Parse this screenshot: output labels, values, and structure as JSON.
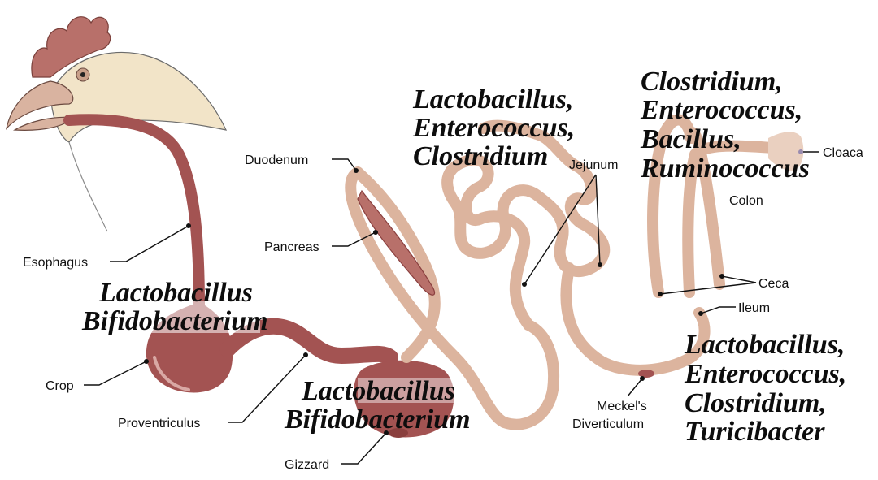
{
  "colors": {
    "upper_tract": "#a35352",
    "upper_tract_dark": "#8a3f3e",
    "lower_tract": "#dcb49e",
    "lower_tract_light": "#ead0c0",
    "head": "#f2e4c8",
    "comb": "#b8706a",
    "beak": "#d9b3a0"
  },
  "labels": {
    "esophagus": "Esophagus",
    "crop": "Crop",
    "proventriculus": "Proventriculus",
    "gizzard": "Gizzard",
    "duodenum": "Duodenum",
    "pancreas": "Pancreas",
    "jejunum": "Jejunum",
    "meckels_1": "Meckel's",
    "meckels_2": "Diverticulum",
    "ileum": "Ileum",
    "ceca": "Ceca",
    "colon": "Colon",
    "cloaca": "Cloaca"
  },
  "bacteria": {
    "crop": [
      "Lactobacillus",
      "Bifidobacterium"
    ],
    "gizzard": [
      "Lactobacillus",
      "Bifidobacterium"
    ],
    "small_intestine": [
      "Lactobacillus,",
      "Enterococcus,",
      "Clostridium"
    ],
    "ceca": [
      "Clostridium,",
      "Enterococcus,",
      "Bacillus,",
      "Ruminococcus"
    ],
    "ileum": [
      "Lactobacillus,",
      "Enterococcus,",
      "Clostridium,",
      "Turicibacter"
    ]
  }
}
